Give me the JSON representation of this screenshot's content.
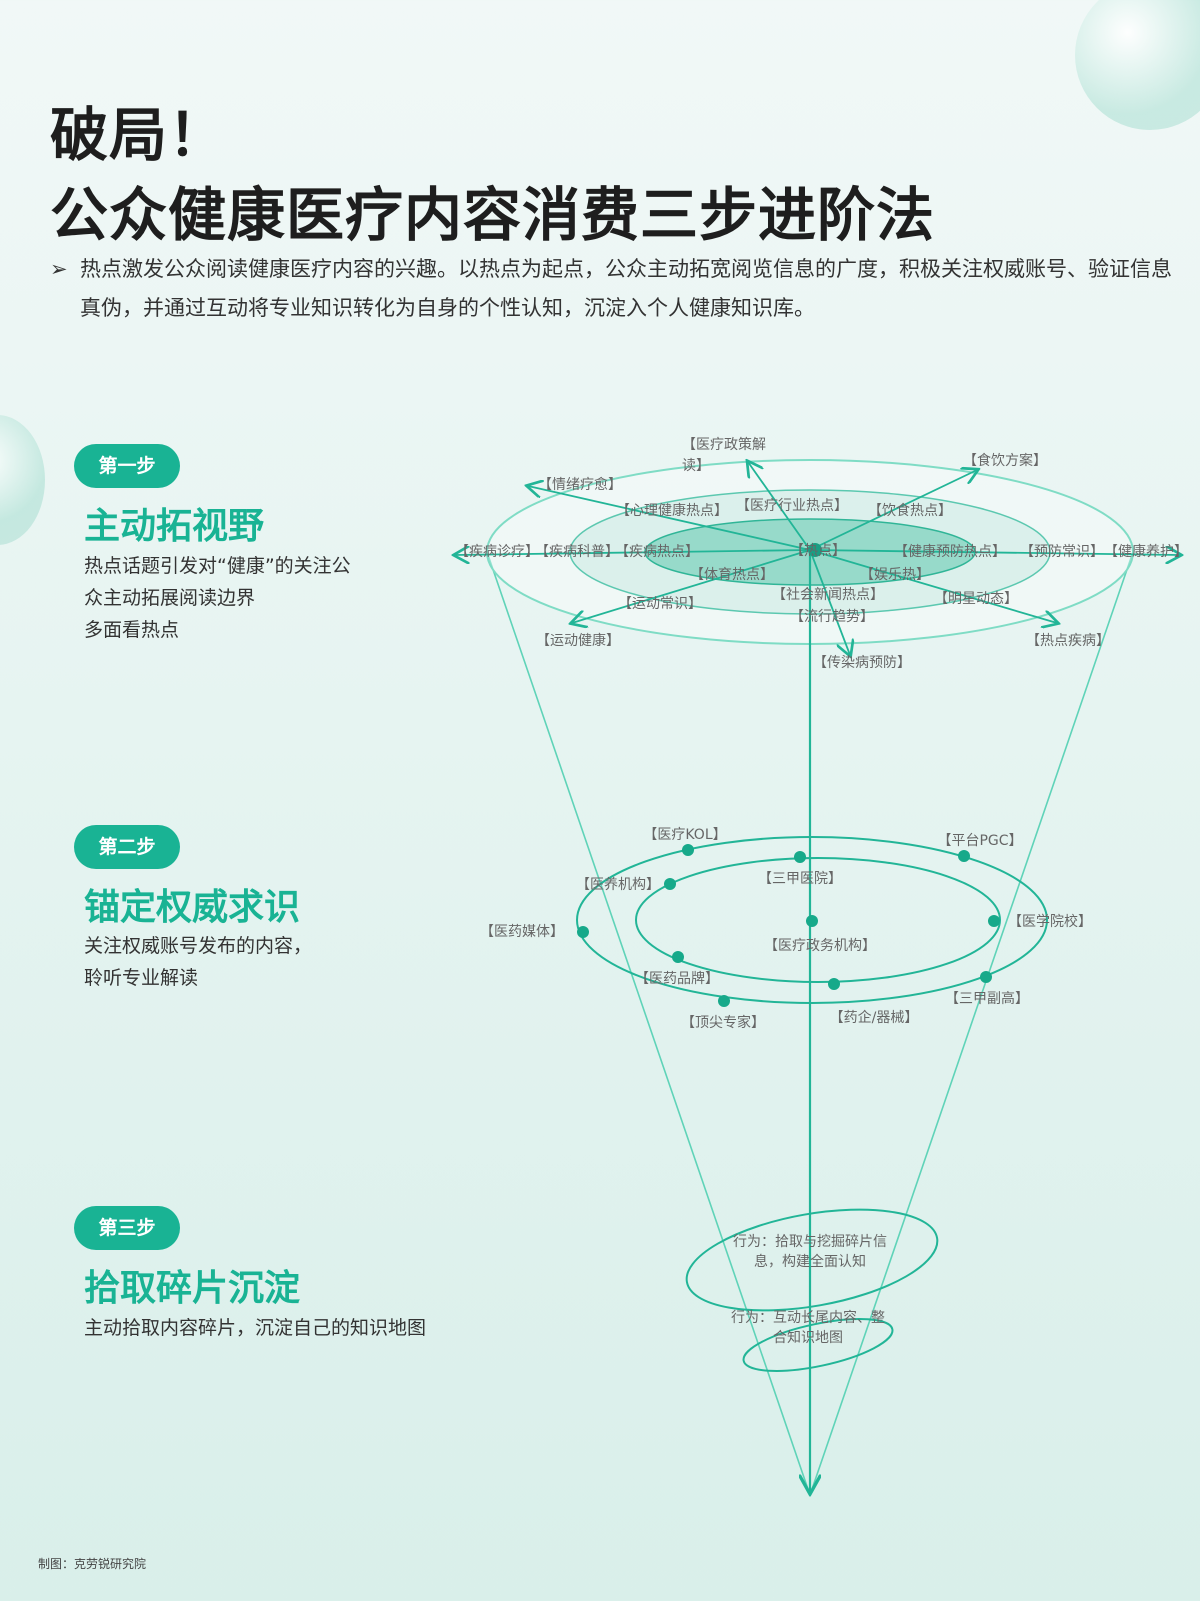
{
  "title_line1": "破局！",
  "title_line2": "公众健康医疗内容消费三步进阶法",
  "intro": "热点激发公众阅读健康医疗内容的兴趣。以热点为起点，公众主动拓宽阅览信息的广度，积极关注权威账号、验证信息真伪，并通过互动将专业知识转化为自身的个性认知，沉淀入个人健康知识库。",
  "intro_bullet": "➢",
  "accent_color": "#19b394",
  "steps": [
    {
      "badge": "第一步",
      "heading": "主动拓视野",
      "text": [
        "热点话题引发对“健康”的关注公",
        "众主动拓展阅读边界",
        "多面看热点"
      ]
    },
    {
      "badge": "第二步",
      "heading": "锚定权威求识",
      "text": [
        "关注权威账号发布的内容，",
        "聆听专业解读"
      ]
    },
    {
      "badge": "第三步",
      "heading": "拾取碎片沉淀",
      "text": [
        "主动拾取内容碎片，沉淀自己的知识地图"
      ]
    }
  ],
  "level1_labels": [
    "【热点】",
    "【医疗政策解读】",
    "【食饮方案】",
    "【情绪疗愈】",
    "【心理健康热点】",
    "【医疗行业热点】",
    "【饮食热点】",
    "【疾病诊疗】",
    "【疾病科普】",
    "【疾病热点】",
    "【健康预防热点】",
    "【预防常识】",
    "【健康养护】",
    "【体育热点】",
    "【娱乐热】",
    "【社会新闻热点】",
    "【运动常识】",
    "【明星动态】",
    "【流行趋势】",
    "【运动健康】",
    "【热点疾病】",
    "【传染病预防】"
  ],
  "level2_labels": [
    "【医疗KOL】",
    "【平台PGC】",
    "【三甲医院】",
    "【医养机构】",
    "【医药媒体】",
    "【医学院校】",
    "【医疗政务机构】",
    "【医药品牌】",
    "【三甲副高】",
    "【顶尖专家】",
    "【药企/器械】"
  ],
  "level3_behaviors": [
    "行为：拾取与挖掘碎片信息，构建全面认知",
    "行为：互动长尾内容、整合知识地图"
  ],
  "footer": "制图：克劳锐研究院"
}
